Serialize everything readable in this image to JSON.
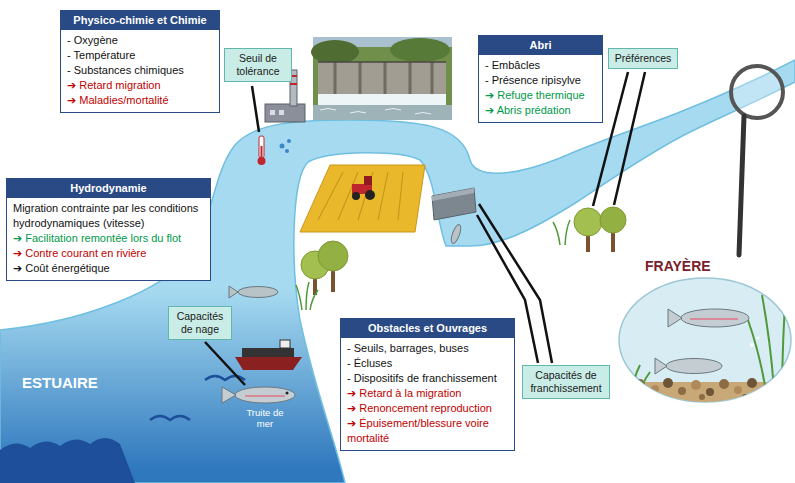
{
  "diagram": {
    "nodes": [
      {
        "text": [
          "Physico-chimie et Chimie",
          "- Oxygène",
          "- Température",
          "- Substances chimiques",
          "➔ Retard migration",
          "➔ Maladies/mortalité"
        ]
      },
      {
        "text": [
          "Seuil de tolérance"
        ]
      },
      {
        "text": [
          "Abri",
          "- Embâcles",
          "- Présence ripisylve",
          "➔ Refuge thermique",
          "➔ Abris prédation"
        ]
      },
      {
        "text": [
          "Préférences"
        ]
      },
      {
        "text": [
          "Hydrodynamie",
          "Migration contrainte par les conditions hydrodynamiques (vitesse)",
          "➔ Facilitation remontée lors du flot",
          "➔ Contre courant en rivière",
          "➔ Coût énergétique"
        ]
      },
      {
        "text": [
          "Capacités de nage"
        ]
      },
      {
        "text": [
          "Obstacles et Ouvrages",
          "- Seuils, barrages, buses",
          "- Écluses",
          "- Dispositifs de franchissement",
          "➔ Retard à la migration",
          "➔ Renoncement reproduction",
          "➔ Épuisement/blessure voire mortalité"
        ]
      },
      {
        "text": [
          "Capacités de franchissement"
        ]
      }
    ],
    "labels": [
      "ESTUAIRE",
      "Truite de mer",
      "FRAYÈRE"
    ]
  }
}
